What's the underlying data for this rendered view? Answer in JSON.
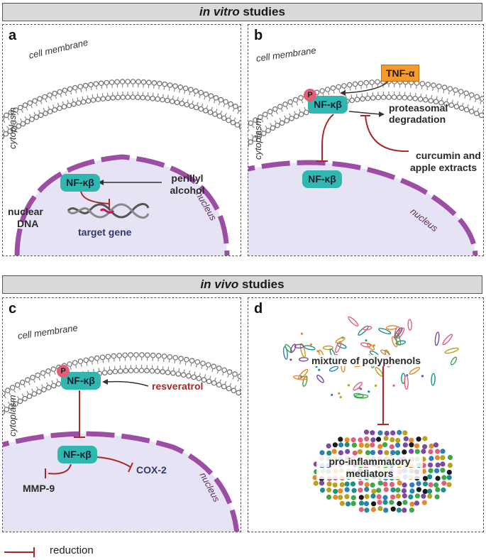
{
  "banners": {
    "vitro_italic": "in vitro",
    "vitro_rest": " studies",
    "vivo_italic": "in vivo",
    "vivo_rest": " studies"
  },
  "panels": {
    "a": {
      "label": "a",
      "cell_membrane": "cell membrane",
      "cytoplasm": "cytoplasm",
      "nucleus": "nucleus",
      "nfkb": "NF-κβ",
      "perillyl": "perillyl",
      "alcohol": "alcohol",
      "nuclear": "nuclear",
      "dna": "DNA",
      "target_gene": "target gene"
    },
    "b": {
      "label": "b",
      "cell_membrane": "cell membrane",
      "cytoplasm": "cytoplasm",
      "nucleus": "nucleus",
      "tnf": "TNF-α",
      "p": "P",
      "nfkb_top": "NF-κβ",
      "nfkb_bottom": "NF-κβ",
      "proteasomal": "proteasomal",
      "degradation": "degradation",
      "curcumin": "curcumin and",
      "apple": "apple extracts"
    },
    "c": {
      "label": "c",
      "cell_membrane": "cell membrane",
      "cytoplasm": "cytoplasm",
      "nucleus": "nucleus",
      "p": "P",
      "nfkb_top": "NF-κβ",
      "nfkb_bottom": "NF-κβ",
      "resveratrol": "resveratrol",
      "mmp9": "MMP-9",
      "cox2": "COX-2"
    },
    "d": {
      "label": "d",
      "mixture": "mixture of polyphenols",
      "pro": "pro-inflammatory",
      "mediators": "mediators"
    }
  },
  "legend": {
    "reduction": "reduction"
  },
  "colors": {
    "membrane": "#7a7a7a",
    "nucleus_border": "#9b4ea3",
    "nucleus_fill": "#e6e3f4",
    "pill": "#2fb7b0",
    "reduction": "#a52a2a",
    "tnf": "#f59a2c",
    "p_badge": "#e0607a"
  }
}
